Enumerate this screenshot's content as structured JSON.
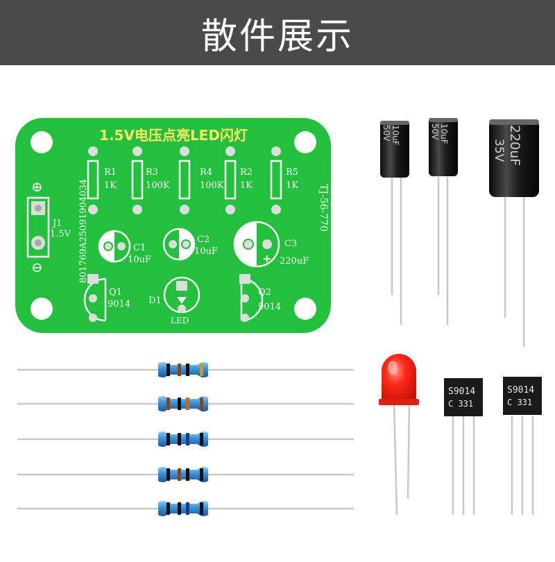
{
  "header": {
    "title": "散件展示"
  },
  "pcb": {
    "title": "1.5V电压点亮LED闪灯",
    "code_vertical": "801769A250919040​34",
    "code_side": "TJ-56-770",
    "plus": "⊕",
    "minus": "⊖",
    "j1_name": "J1",
    "j1_value": "1.5V",
    "resistors": [
      {
        "name": "R1",
        "value": "1K"
      },
      {
        "name": "R3",
        "value": "100K"
      },
      {
        "name": "R4",
        "value": "100K"
      },
      {
        "name": "R2",
        "value": "1K"
      },
      {
        "name": "R5",
        "value": "1K"
      }
    ],
    "caps": [
      {
        "name": "C1",
        "value": "10uF"
      },
      {
        "name": "C2",
        "value": "10uF"
      },
      {
        "name": "C3",
        "value": "220uF"
      }
    ],
    "q1_name": "Q1",
    "q1_value": "9014",
    "q2_name": "Q2",
    "q2_value": "9014",
    "d1_name": "D1",
    "led_label": "LED"
  },
  "capacitors": [
    {
      "value": "10uF",
      "voltage": "50V"
    },
    {
      "value": "10uF",
      "voltage": "50V"
    },
    {
      "value": "220uF",
      "voltage": "35V"
    }
  ],
  "transistors": [
    {
      "model": "S9014",
      "code": "C 331"
    },
    {
      "model": "S9014",
      "code": "C 331"
    }
  ],
  "colors": {
    "header_bg": "#4a4a4a",
    "pcb_green": "#22c03c",
    "led_red": "#ff2a1a",
    "resistor_blue": "#3a8fd6"
  }
}
